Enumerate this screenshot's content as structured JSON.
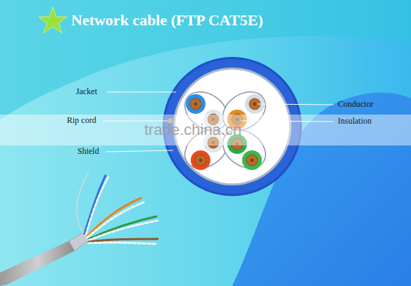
{
  "diagram": {
    "title": "Network cable (FTP CAT5E)",
    "labels": [
      "Jacket",
      "Rip cord",
      "Shield",
      "Conductor",
      "Insulation",
      "trade.china.cn"
    ]
  }
}
